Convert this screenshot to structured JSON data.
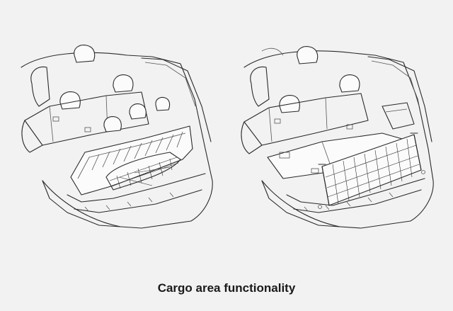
{
  "caption": "Cargo area functionality",
  "illustrations": [
    {
      "icon": "cargo-tray-with-net-drawing"
    },
    {
      "icon": "cargo-net-divider-drawing"
    }
  ]
}
